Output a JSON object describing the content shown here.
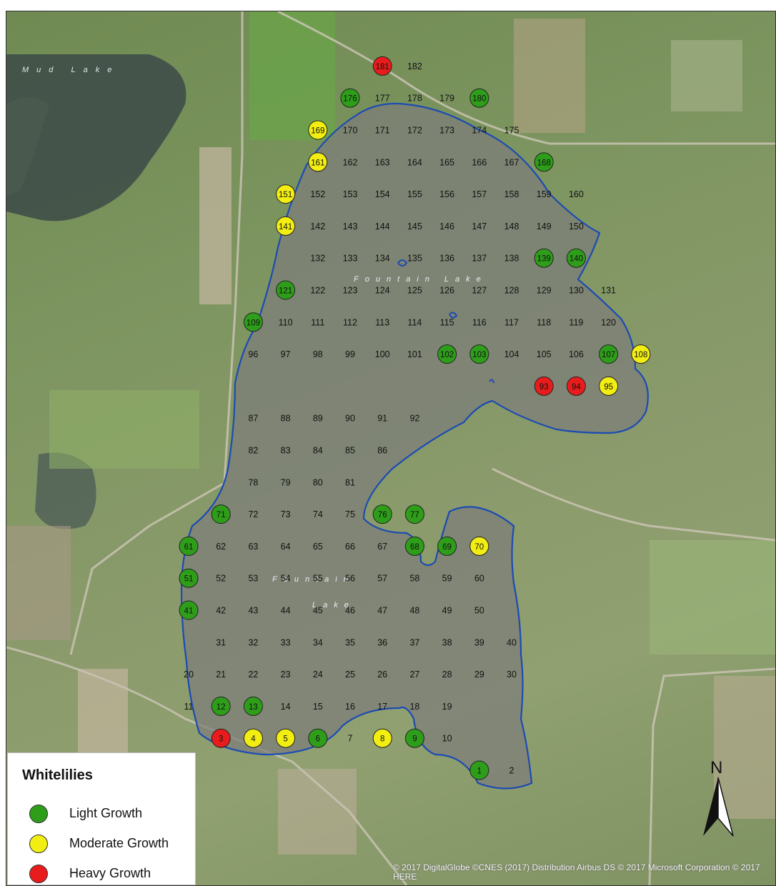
{
  "map_title": "Whitelilies Fountain Lake",
  "labels": {
    "mud_lake": "Mud Lake",
    "fountain_lake_north": "Fountain Lake",
    "fountain_lake_south_1": "Fountain",
    "fountain_lake_south_2": "Lake"
  },
  "legend": {
    "title": "Whitelilies",
    "items": [
      {
        "label": "Light Growth",
        "color": "#2e9e1a"
      },
      {
        "label": "Moderate Growth",
        "color": "#f2ee12"
      },
      {
        "label": "Heavy Growth",
        "color": "#e81c1c"
      }
    ]
  },
  "growth_colors": {
    "light": "#2e9e1a",
    "moderate": "#f2ee12",
    "heavy": "#e81c1c"
  },
  "points": {
    "light": [
      1,
      6,
      9,
      12,
      13,
      41,
      51,
      61,
      68,
      69,
      71,
      76,
      77,
      102,
      103,
      107,
      109,
      121,
      139,
      140,
      168,
      176,
      180
    ],
    "moderate": [
      4,
      5,
      8,
      70,
      95,
      108,
      141,
      151,
      161,
      169
    ],
    "heavy": [
      3,
      93,
      94,
      181
    ]
  },
  "north_arrow_label": "N",
  "attribution": "© 2017 DigitalGlobe ©CNES (2017) Distribution Airbus DS © 2017 Microsoft Corporation © 2017 HERE"
}
